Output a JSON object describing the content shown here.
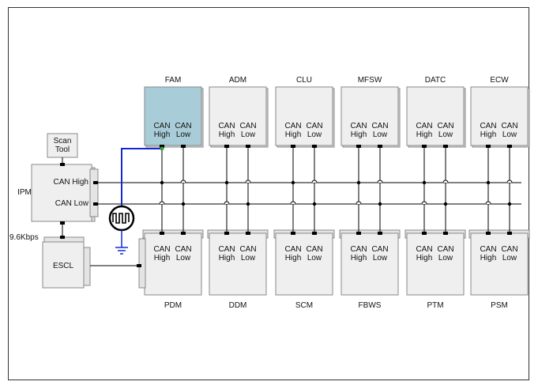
{
  "colors": {
    "line": "#000000",
    "box_fill": "#efefef",
    "box_stroke": "#888888",
    "highlight_fill": "#a9cdd8",
    "highlight_text": "#1a8a1a",
    "probe_line": "#1428d2",
    "probe_dot": "#2aa83a",
    "frame": "#333333"
  },
  "top_modules": [
    {
      "name": "FAM",
      "can_high": "CAN\nHigh",
      "can_low": "CAN\nLow",
      "highlight": true
    },
    {
      "name": "ADM",
      "can_high": "CAN\nHigh",
      "can_low": "CAN\nLow",
      "highlight": false
    },
    {
      "name": "CLU",
      "can_high": "CAN\nHigh",
      "can_low": "CAN\nLow",
      "highlight": false
    },
    {
      "name": "MFSW",
      "can_high": "CAN\nHigh",
      "can_low": "CAN\nLow",
      "highlight": false
    },
    {
      "name": "DATC",
      "can_high": "CAN\nHigh",
      "can_low": "CAN\nLow",
      "highlight": false
    },
    {
      "name": "ECW",
      "can_high": "CAN\nHigh",
      "can_low": "CAN\nLow",
      "highlight": false
    }
  ],
  "bottom_modules": [
    {
      "name": "PDM",
      "can_high": "CAN\nHigh",
      "can_low": "CAN\nLow"
    },
    {
      "name": "DDM",
      "can_high": "CAN\nHigh",
      "can_low": "CAN\nLow"
    },
    {
      "name": "SCM",
      "can_high": "CAN\nHigh",
      "can_low": "CAN\nLow"
    },
    {
      "name": "FBWS",
      "can_high": "CAN\nHigh",
      "can_low": "CAN\nLow"
    },
    {
      "name": "PTM",
      "can_high": "CAN\nHigh",
      "can_low": "CAN\nLow"
    },
    {
      "name": "PSM",
      "can_high": "CAN\nHigh",
      "can_low": "CAN\nLow"
    }
  ],
  "ipm": {
    "name": "IPM",
    "can_high": "CAN High",
    "can_low": "CAN Low"
  },
  "scan_tool": {
    "label": "Scan\nTool"
  },
  "escl": {
    "label": "ESCL"
  },
  "lin_speed": "9.6Kbps",
  "icons": {
    "probe": "oscilloscope-waveform-icon",
    "ground": "ground-icon"
  }
}
